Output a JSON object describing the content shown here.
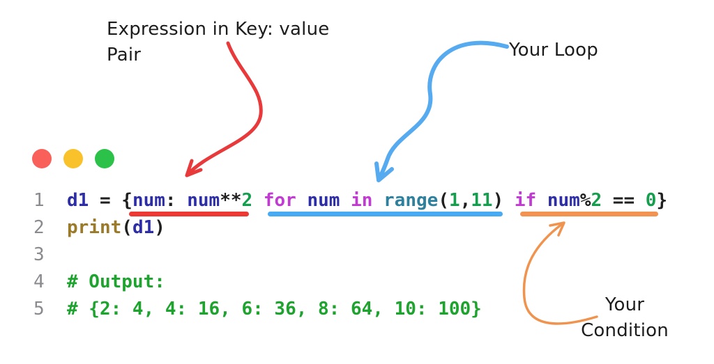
{
  "window": {
    "dots": [
      {
        "name": "red-dot",
        "color": "#f9605a"
      },
      {
        "name": "yellow-dot",
        "color": "#f9c22b"
      },
      {
        "name": "green-dot",
        "color": "#2cc24a"
      }
    ]
  },
  "labels": {
    "expression": {
      "line1": "Expression in Key: value",
      "line2": "Pair"
    },
    "loop": {
      "line1": "Your Loop"
    },
    "condition": {
      "line1": "Your",
      "line2": "Condition"
    }
  },
  "arrows": {
    "expression": {
      "color": "#e8393b"
    },
    "loop": {
      "color": "#55aaf0"
    },
    "condition": {
      "color": "#f0934e"
    }
  },
  "underlines": {
    "expression": {
      "color": "#ed3833"
    },
    "loop": {
      "color": "#47aaf2"
    },
    "condition": {
      "color": "#f29352"
    }
  },
  "code": {
    "palette": {
      "variable": "#2d2da6",
      "keyword": "#c13ad2",
      "builtin_func": "#9b7b2a",
      "builtin_range": "#2e809c",
      "number": "#159e4e",
      "comment": "#1ea32f",
      "punct": "#1f1f1f",
      "line_number": "#8b8b8f"
    },
    "lines": [
      {
        "number": "1",
        "tokens": [
          {
            "t": "d1",
            "c": "variable"
          },
          {
            "t": " = {",
            "c": "punct"
          },
          {
            "t": "num",
            "c": "variable"
          },
          {
            "t": ": ",
            "c": "punct"
          },
          {
            "t": "num",
            "c": "variable"
          },
          {
            "t": "**",
            "c": "punct"
          },
          {
            "t": "2",
            "c": "number"
          },
          {
            "t": " ",
            "c": "punct"
          },
          {
            "t": "for",
            "c": "keyword"
          },
          {
            "t": " ",
            "c": "punct"
          },
          {
            "t": "num",
            "c": "variable"
          },
          {
            "t": " ",
            "c": "punct"
          },
          {
            "t": "in",
            "c": "keyword"
          },
          {
            "t": " ",
            "c": "punct"
          },
          {
            "t": "range",
            "c": "builtin_range"
          },
          {
            "t": "(",
            "c": "punct"
          },
          {
            "t": "1",
            "c": "number"
          },
          {
            "t": ",",
            "c": "punct"
          },
          {
            "t": "11",
            "c": "number"
          },
          {
            "t": ") ",
            "c": "punct"
          },
          {
            "t": "if",
            "c": "keyword"
          },
          {
            "t": " ",
            "c": "punct"
          },
          {
            "t": "num",
            "c": "variable"
          },
          {
            "t": "%",
            "c": "punct"
          },
          {
            "t": "2",
            "c": "number"
          },
          {
            "t": " == ",
            "c": "punct"
          },
          {
            "t": "0",
            "c": "number"
          },
          {
            "t": "}",
            "c": "punct"
          }
        ]
      },
      {
        "number": "2",
        "tokens": [
          {
            "t": "print",
            "c": "builtin_func"
          },
          {
            "t": "(",
            "c": "punct"
          },
          {
            "t": "d1",
            "c": "variable"
          },
          {
            "t": ")",
            "c": "punct"
          }
        ]
      },
      {
        "number": "3",
        "tokens": []
      },
      {
        "number": "4",
        "tokens": [
          {
            "t": "# Output:",
            "c": "comment"
          }
        ]
      },
      {
        "number": "5",
        "tokens": [
          {
            "t": "# {2: 4, 4: 16, 6: 36, 8: 64, 10: 100}",
            "c": "comment"
          }
        ]
      }
    ]
  }
}
